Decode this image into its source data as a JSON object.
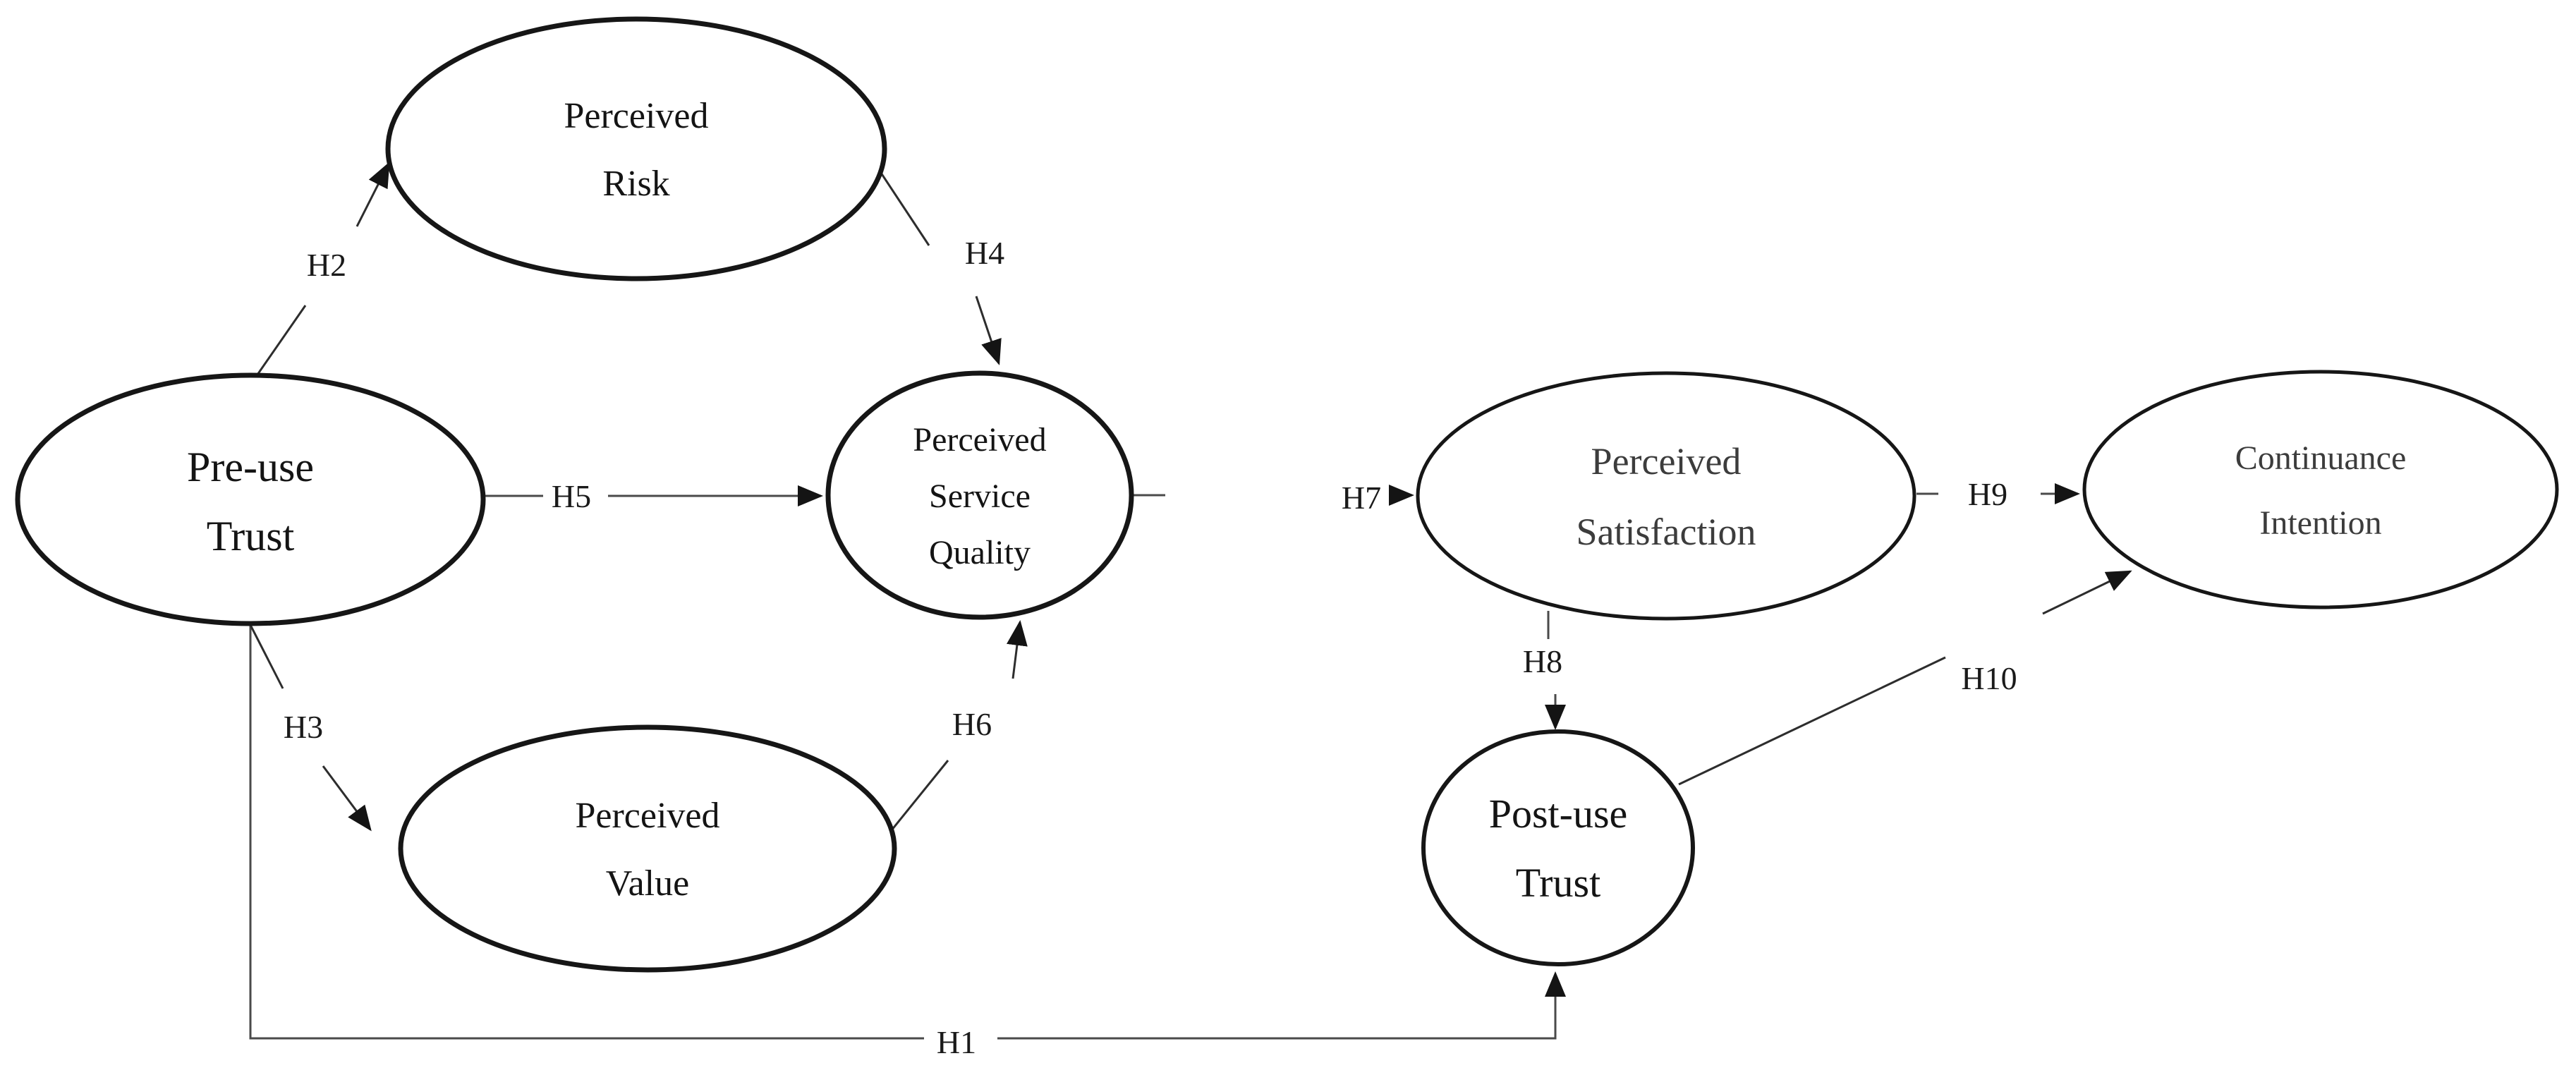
{
  "figure": {
    "type": "hypothesis-path-model",
    "background_color": "#ffffff",
    "ink_color": "#141414",
    "soft_ink_color": "#3c3c3c"
  },
  "nodes": {
    "pre_use_trust": {
      "label": "Pre-use Trust",
      "line1": "Pre-use",
      "line2": "Trust"
    },
    "perceived_risk": {
      "label": "Perceived Risk",
      "line1": "Perceived",
      "line2": "Risk"
    },
    "perceived_value": {
      "label": "Perceived Value",
      "line1": "Perceived",
      "line2": "Value"
    },
    "perceived_service_quality": {
      "label": "Perceived Service Quality",
      "line1": "Perceived",
      "line2": "Service",
      "line3": "Quality"
    },
    "perceived_satisfaction": {
      "label": "Perceived Satisfaction",
      "line1": "Perceived",
      "line2": "Satisfaction"
    },
    "post_use_trust": {
      "label": "Post-use Trust",
      "line1": "Post-use",
      "line2": "Trust"
    },
    "continuance_intention": {
      "label": "Continuance Intention",
      "line1": "Continuance",
      "line2": "Intention"
    }
  },
  "edges": [
    {
      "label": "H1",
      "from": "Pre-use Trust",
      "to": "Post-use Trust"
    },
    {
      "label": "H2",
      "from": "Pre-use Trust",
      "to": "Perceived Risk"
    },
    {
      "label": "H3",
      "from": "Pre-use Trust",
      "to": "Perceived Value"
    },
    {
      "label": "H4",
      "from": "Perceived Risk",
      "to": "Perceived Service Quality"
    },
    {
      "label": "H5",
      "from": "Pre-use Trust",
      "to": "Perceived Service Quality"
    },
    {
      "label": "H6",
      "from": "Perceived Value",
      "to": "Perceived Service Quality"
    },
    {
      "label": "H7",
      "from": "Perceived Service Quality",
      "to": "Perceived Satisfaction"
    },
    {
      "label": "H8",
      "from": "Perceived Satisfaction",
      "to": "Post-use Trust"
    },
    {
      "label": "H9",
      "from": "Perceived Satisfaction",
      "to": "Continuance Intention"
    },
    {
      "label": "H10",
      "from": "Post-use Trust",
      "to": "Continuance Intention"
    }
  ]
}
